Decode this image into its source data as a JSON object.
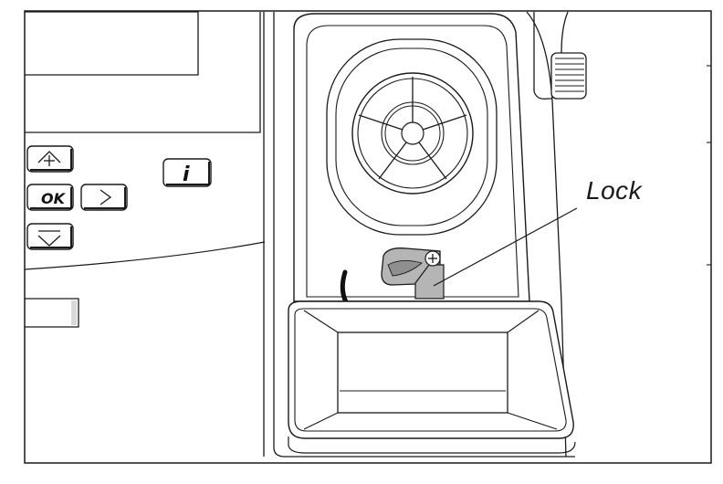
{
  "callout": {
    "label": "Lock"
  },
  "keys": {
    "up_label": "↑",
    "ok_label": "OK",
    "right_label": "›",
    "down_label": "↓",
    "info_label": "i"
  },
  "colors": {
    "line": "#1a1a1a",
    "lock_fill": "#b5b5b5",
    "lock_shadow": "#8f8f8f",
    "background": "#ffffff"
  },
  "icons": {
    "up": "arrow-up-icon",
    "right": "chevron-right-icon",
    "down": "arrow-down-icon",
    "info": "info-icon",
    "rotate": "curved-arrow-icon",
    "screw": "screw-icon"
  }
}
